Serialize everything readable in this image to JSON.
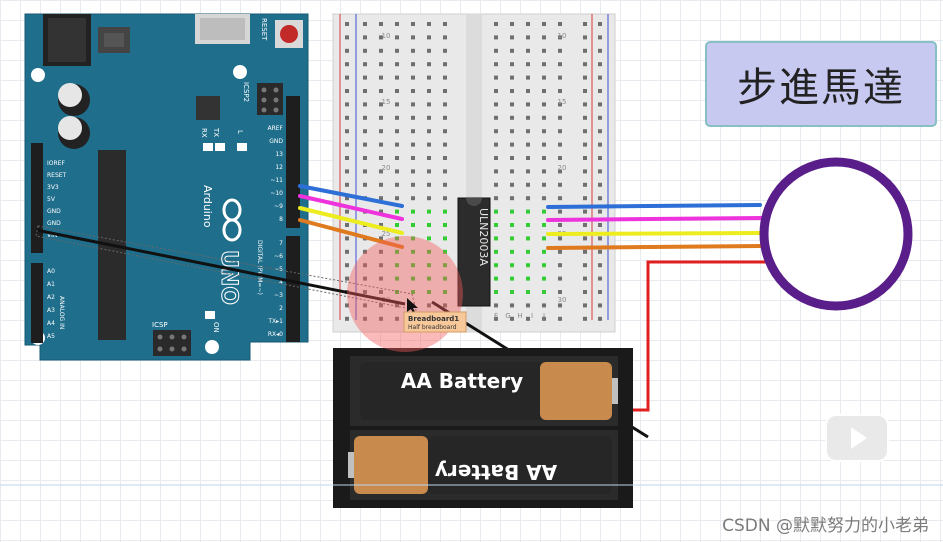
{
  "title": "步進馬達",
  "watermark": "CSDN @默默努力的小老弟",
  "arduino": {
    "brand": "Arduino",
    "model": "UNO",
    "reset_label": "RESET",
    "icsp2_label": "ICSP2",
    "icsp_label": "ICSP",
    "tx_label": "TX",
    "rx_label": "RX",
    "l_label": "L",
    "on_label": "ON",
    "digital_label": "DIGITAL (PWM=~)",
    "analog_label": "ANALOG IN",
    "power_pins": [
      "IOREF",
      "RESET",
      "3V3",
      "5V",
      "GND",
      "GND",
      "VIN"
    ],
    "analog_pins": [
      "A0",
      "A1",
      "A2",
      "A3",
      "A4",
      "A5"
    ],
    "digital_pins_upper": [
      "AREF",
      "GND",
      "13",
      "12",
      "~11",
      "~10",
      "~9",
      "8"
    ],
    "digital_pins_lower": [
      "7",
      "~6",
      "~5",
      "4",
      "~3",
      "2",
      "TX▸1",
      "RX◂0"
    ]
  },
  "breadboard": {
    "row_numbers": [
      "10",
      "15",
      "20",
      "25",
      "30"
    ],
    "col_letters": [
      "F",
      "G",
      "H",
      "I",
      "J"
    ],
    "tooltip_title": "Breadboard1",
    "tooltip_sub": "Half breadboard"
  },
  "chip": {
    "label": "ULN2003A"
  },
  "battery": {
    "top_label": "AA Battery",
    "bottom_label": "AA Battery"
  },
  "colors": {
    "arduino_board": "#1f6e8c",
    "wire_blue": "#2d6fd6",
    "wire_magenta": "#ee33dd",
    "wire_yellow": "#ecec1e",
    "wire_orange": "#e07a1e",
    "wire_red": "#e02020",
    "motor_ring": "#5a1e8a",
    "title_bg": "#c7c9f1",
    "highlight": "#f25b5b"
  }
}
